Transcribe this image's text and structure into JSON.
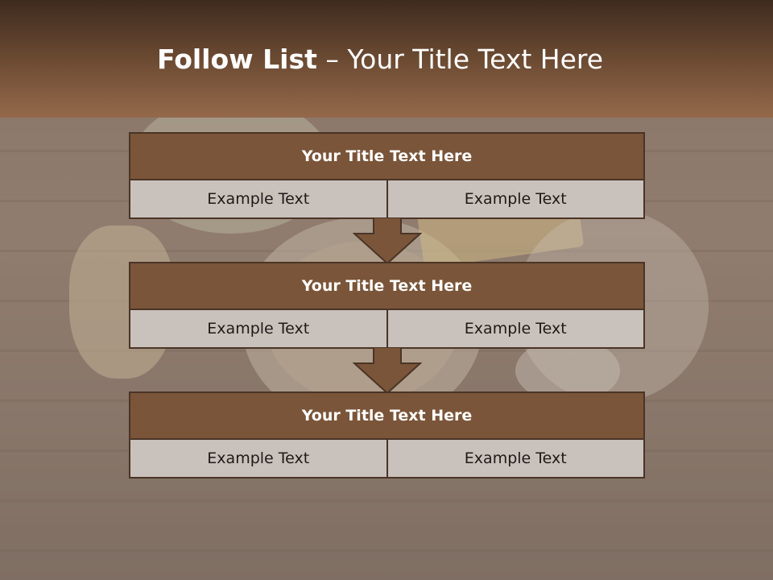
{
  "slide": {
    "title_bold": "Follow List",
    "title_rest": " – Your Title Text Here"
  },
  "blocks": [
    {
      "title": "Your Title Text Here",
      "cells": [
        "Example Text",
        "Example Text"
      ]
    },
    {
      "title": "Your Title Text Here",
      "cells": [
        "Example Text",
        "Example Text"
      ]
    },
    {
      "title": "Your Title Text Here",
      "cells": [
        "Example Text",
        "Example Text"
      ]
    }
  ],
  "colors": {
    "header_dark": "#3e2b1f",
    "header_light": "#94694a",
    "block_title": "#7a5539",
    "block_border": "#4a3426",
    "cell_bg": "#c9c1bc",
    "arrow_fill": "#7a5539"
  }
}
